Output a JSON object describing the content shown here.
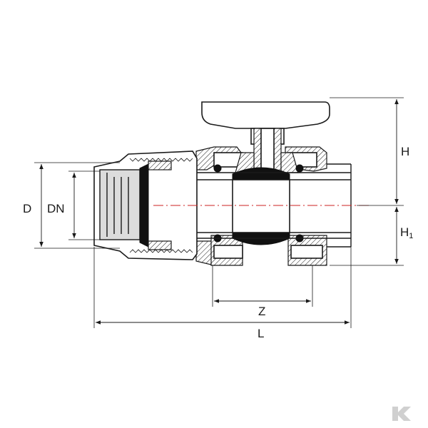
{
  "labels": {
    "D": "D",
    "DN": "DN",
    "H": "H",
    "H1_main": "H",
    "H1_sub": "1",
    "Z": "Z",
    "L": "L"
  },
  "colors": {
    "centerline": "#cc2222",
    "ink": "#1a1a1a",
    "logo": "#d0d0d0"
  },
  "icons": {
    "logo": "corner-k-logo-icon"
  }
}
